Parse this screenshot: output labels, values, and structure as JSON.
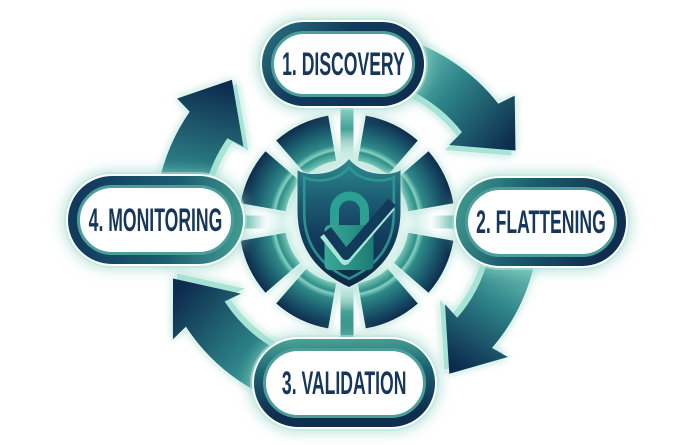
{
  "diagram": {
    "type": "cycle",
    "direction": "clockwise",
    "center_icon": "shield-lock-checkmark",
    "stages": [
      {
        "order": "1",
        "label": "1. DISCOVERY",
        "position": "top"
      },
      {
        "order": "2",
        "label": "2. FLATTENING",
        "position": "right"
      },
      {
        "order": "3",
        "label": "3. VALIDATION",
        "position": "bottom"
      },
      {
        "order": "4",
        "label": "4. MONITORING",
        "position": "left"
      }
    ],
    "colors": {
      "background": "#ffffff",
      "navy": "#0e2c4c",
      "teal": "#2e8a86",
      "light_teal": "#7fd1c0",
      "pale_teal": "#d8f2ec",
      "label_text": "#16365c",
      "pill_inner_ring": "#4d9e9b"
    }
  }
}
